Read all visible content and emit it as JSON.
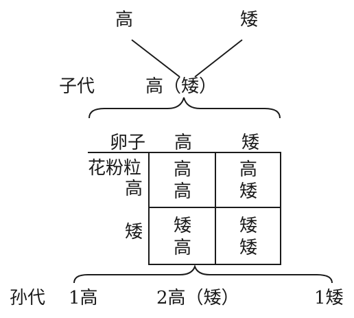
{
  "parents": {
    "left": "高",
    "right": "矮"
  },
  "f1": {
    "label": "子代",
    "phenotype": "高（矮）"
  },
  "punnett": {
    "egg_label": "卵子",
    "pollen_label": "花粉粒",
    "egg_cols": [
      "高",
      "矮"
    ],
    "pollen_rows": [
      "高",
      "矮"
    ],
    "cells": [
      [
        [
          "高",
          "高"
        ],
        [
          "高",
          "矮"
        ]
      ],
      [
        [
          "矮",
          "高"
        ],
        [
          "矮",
          "矮"
        ]
      ]
    ]
  },
  "f2": {
    "label": "孙代",
    "ratio_left": "1高",
    "ratio_mid": "2高（矮）",
    "ratio_right": "1矮"
  }
}
